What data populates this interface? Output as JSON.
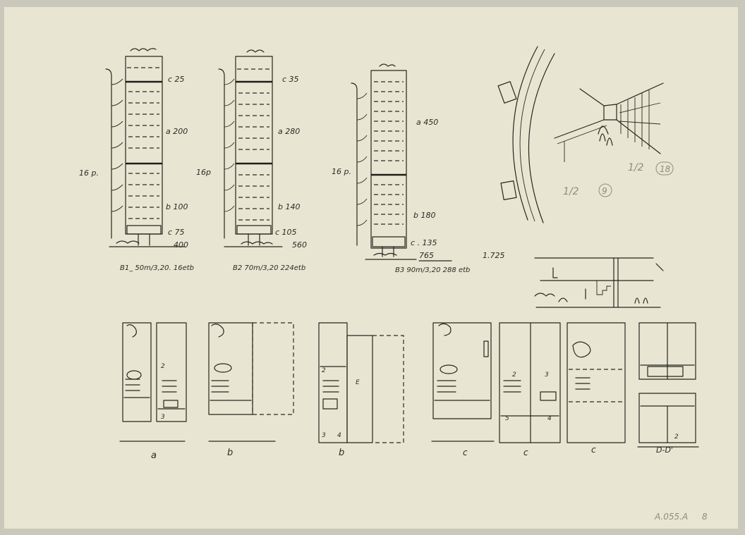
{
  "towers": [
    {
      "id": "B1",
      "marker_label": "16 p.",
      "label_top": "c  25",
      "label_mid": "a 200",
      "label_low": "b 100",
      "label_base": "c  75",
      "total": "400",
      "caption": "B1_ 50m/3,20. 16etb"
    },
    {
      "id": "B2",
      "marker_label": "16p",
      "label_top": "c  35",
      "label_mid": "a  280",
      "label_low": "b  140",
      "label_base": "c  105",
      "total": "560",
      "caption": "B2 70m/3,20  224etb"
    },
    {
      "id": "B3",
      "marker_label": "16 p.",
      "label_top": "a  450",
      "label_low": "b  180",
      "label_base": "c . 135",
      "total": "765",
      "extra_total": "1.725",
      "caption": "B3  90m/3,20  288 etb"
    }
  ],
  "perspective": {
    "label_a": "1/2",
    "label_a_circle": "9",
    "label_b": "1/2",
    "label_b_circle": "18"
  },
  "plans": {
    "group_a_label": "a",
    "group_b1_label": "b",
    "group_b2_label": "b",
    "group_c1_label": "c",
    "group_c2_label": "c",
    "group_c3_label": "c",
    "group_d_label": "D-D'",
    "room_2": "2",
    "room_3": "3",
    "room_4": "4",
    "room_5": "5",
    "room_e": "E"
  },
  "archive_code": "A.055.A",
  "page_number": "8"
}
